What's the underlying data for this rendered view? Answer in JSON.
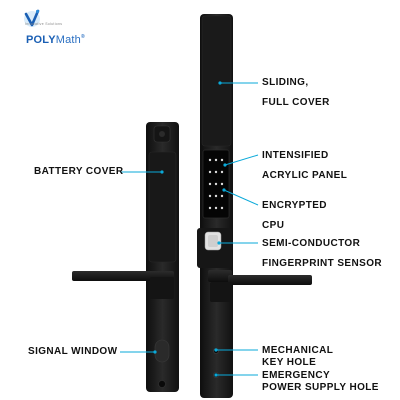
{
  "brand": {
    "tagline": "Innovative Solutions",
    "name_bold": "POLY",
    "name_regular": "Math",
    "registered": "®",
    "accent_color": "#1a5fb4"
  },
  "product": {
    "body_color": "#1b1b1b",
    "leader_color": "#0aa9d9"
  },
  "callouts": {
    "sliding_cover": [
      "SLIDING,",
      "FULL COVER"
    ],
    "acrylic_panel": [
      "INTENSIFIED",
      "ACRYLIC PANEL"
    ],
    "cpu": [
      "ENCRYPTED",
      "CPU"
    ],
    "fingerprint": [
      "SEMI-CONDUCTOR",
      "FINGERPRINT SENSOR"
    ],
    "battery_cover": "BATTERY COVER",
    "signal_window": "SIGNAL WINDOW",
    "key_hole": [
      "MECHANICAL",
      "KEY HOLE"
    ],
    "power_hole": [
      "EMERGENCY",
      "POWER SUPPLY HOLE"
    ]
  }
}
